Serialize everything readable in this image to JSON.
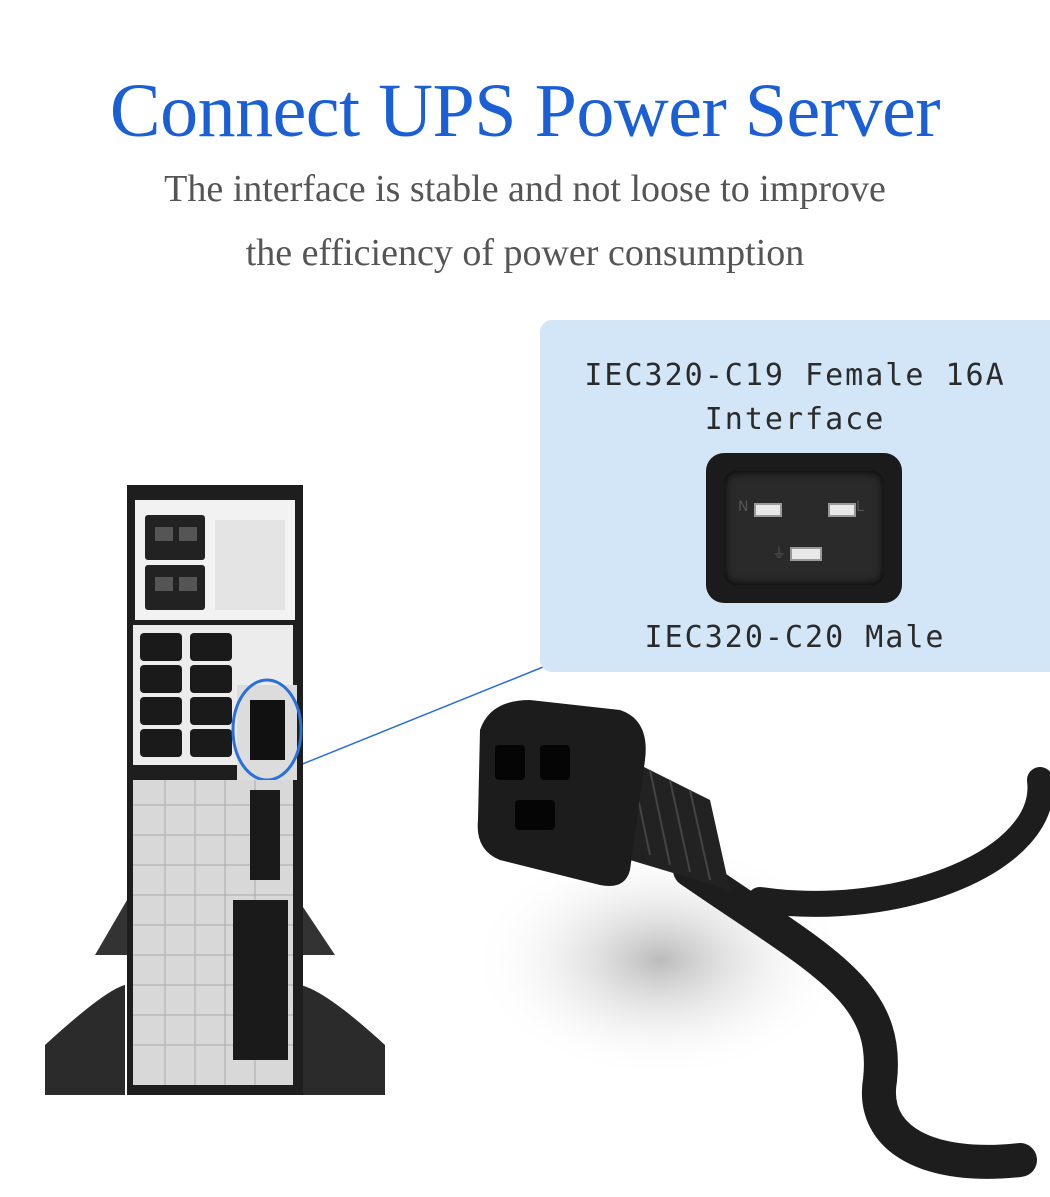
{
  "header": {
    "title": "Connect UPS Power Server",
    "subtitle_line1": "The interface is stable and not loose to improve",
    "subtitle_line2": "the efficiency of power consumption"
  },
  "callout": {
    "female_label_line1": "IEC320-C19 Female 16A",
    "female_label_line2": "Interface",
    "male_label": "IEC320-C20 Male"
  },
  "colors": {
    "title": "#1a5fd6",
    "callout_bg": "#d3e6f7",
    "highlight": "#2b6fd9"
  }
}
